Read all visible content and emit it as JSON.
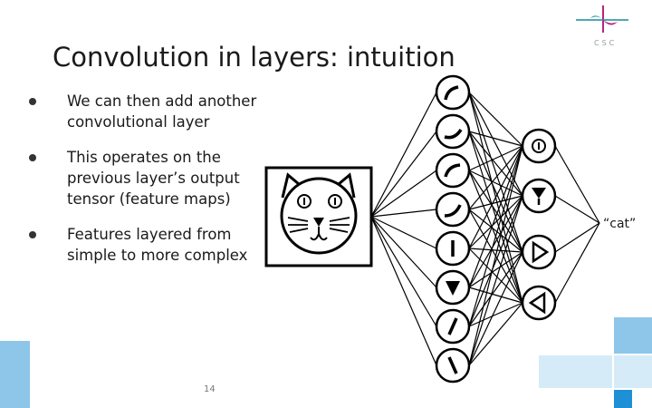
{
  "slide": {
    "title": "Convolution in layers: intuition",
    "bullets": [
      "We can then add another convolutional layer",
      "This operates on the previous layer’s output tensor (feature maps)",
      "Features layered from simple to more complex"
    ],
    "page_number": "14"
  },
  "logo": {
    "text": "CSC",
    "colors": {
      "magenta": "#b5257d",
      "teal": "#1a8a9e",
      "gray": "#999999"
    }
  },
  "diagram": {
    "output_label": "“cat”"
  },
  "colors": {
    "deco_light": "#d6ebf8",
    "deco_mid": "#8ec6ea",
    "deco_dark": "#1e90d6"
  }
}
